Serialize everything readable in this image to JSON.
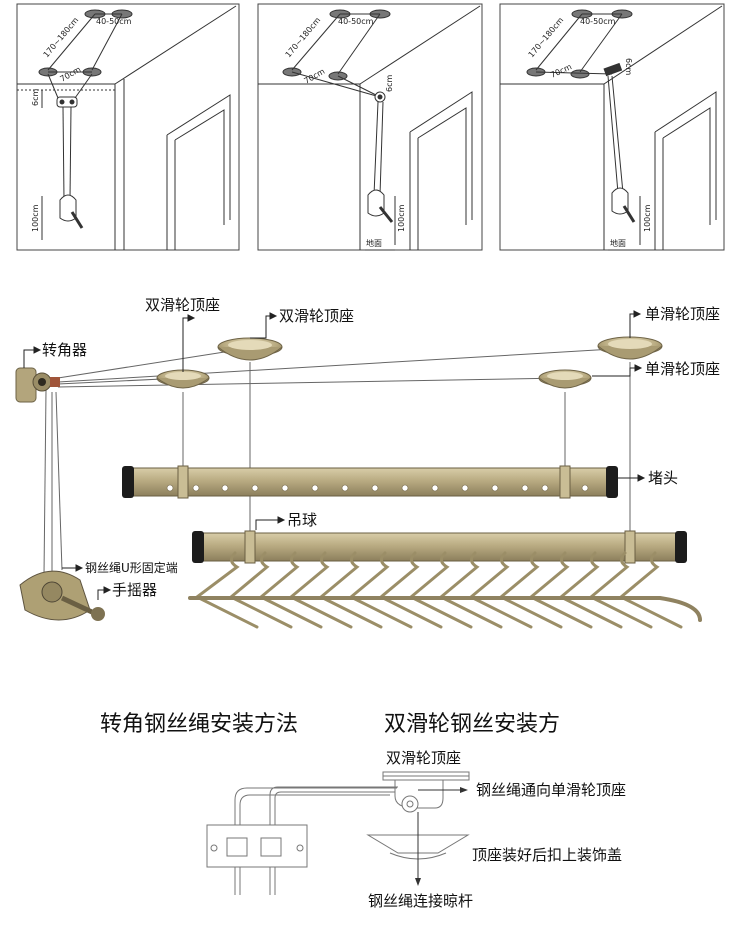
{
  "panels": {
    "dim_170_180": "170~180cm",
    "dim_40_50": "40-50cm",
    "dim_70": "70cm",
    "dim_6": "6cm",
    "dim_100": "100cm",
    "floor": "地面"
  },
  "assembly": {
    "double_pulley_left": "双滑轮顶座",
    "double_pulley_mid": "双滑轮顶座",
    "single_pulley_top": "单滑轮顶座",
    "single_pulley_low": "单滑轮顶座",
    "corner": "转角器",
    "end_cap": "堵头",
    "hanging_ball": "吊球",
    "u_clamp": "钢丝绳U形固定端",
    "crank": "手摇器"
  },
  "methods": {
    "corner_title": "转角钢丝绳安装方法",
    "pulley_title": "双滑轮钢丝安装方",
    "seat_label": "双滑轮顶座",
    "to_single": "钢丝绳通向单滑轮顶座",
    "cover": "顶座装好后扣上装饰盖",
    "to_pole": "钢丝绳连接晾杆"
  },
  "colors": {
    "bronze": "#b8aa80",
    "bronze_dark": "#8d805b",
    "line": "#333333"
  }
}
